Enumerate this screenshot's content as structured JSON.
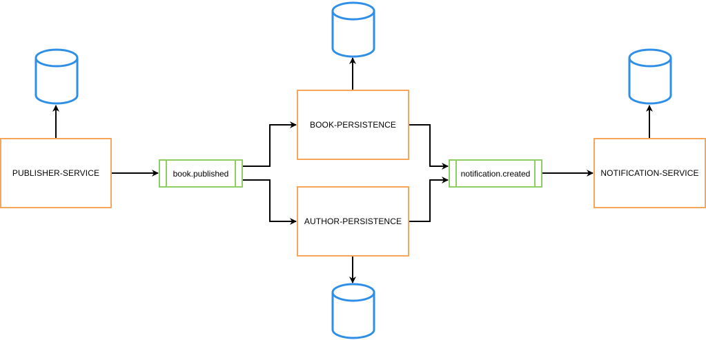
{
  "colors": {
    "service_border": "#f5a65b",
    "queue_border": "#8dce62",
    "database_stroke": "#2f8fe6",
    "edge": "#000000"
  },
  "services": {
    "publisher": "PUBLISHER-SERVICE",
    "book_persistence": "BOOK-PERSISTENCE",
    "author_persistence": "AUTHOR-PERSISTENCE",
    "notification": "NOTIFICATION-SERVICE"
  },
  "queues": {
    "book_published": "book.published",
    "notification_created": "notification.created"
  },
  "icons": {
    "database": "database-icon"
  }
}
